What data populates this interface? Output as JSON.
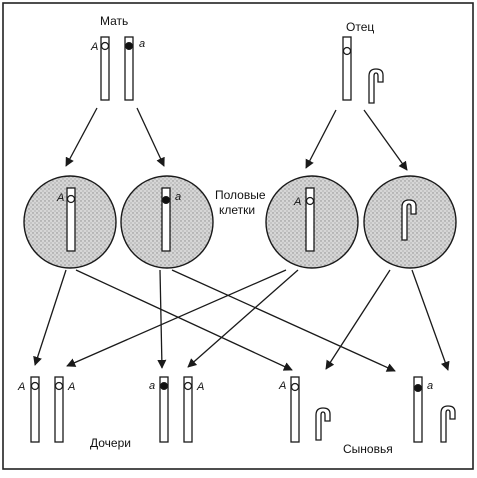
{
  "labels": {
    "mother": "Мать",
    "father": "Отец",
    "gametes_line1": "Половые",
    "gametes_line2": "клетки",
    "daughters": "Дочери",
    "sons": "Сыновья"
  },
  "alleles": {
    "dominant": "A",
    "recessive": "a"
  },
  "colors": {
    "line": "#1a1a1a",
    "cell_fill": "#d2d2d2",
    "cell_stroke": "#1a1a1a",
    "background": "#ffffff",
    "frame": "#222222"
  }
}
